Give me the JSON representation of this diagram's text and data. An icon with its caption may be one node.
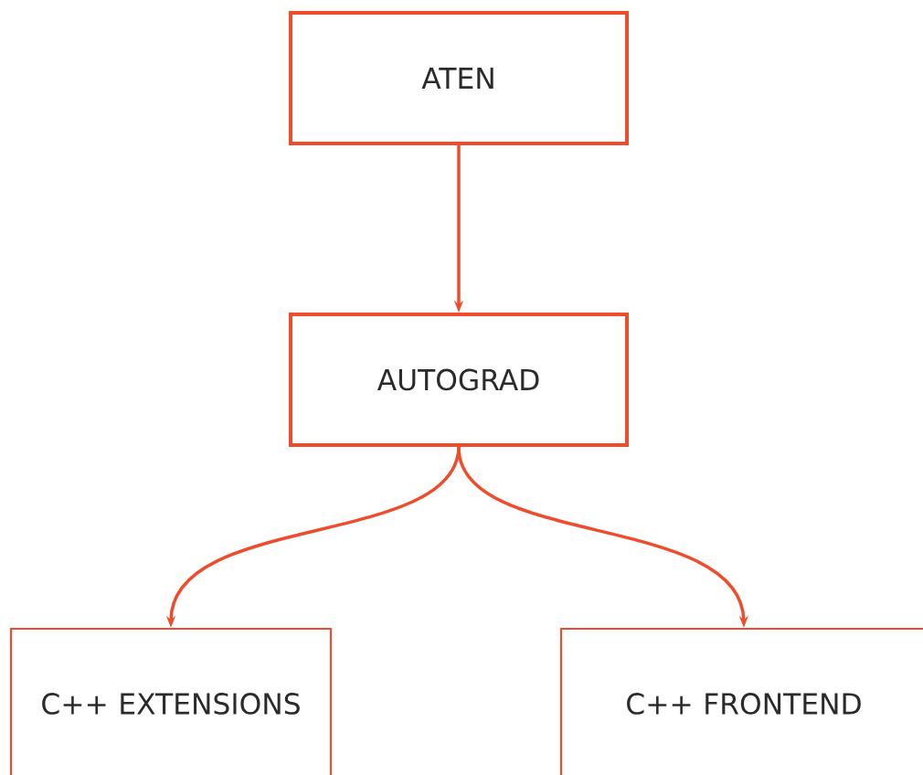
{
  "diagram": {
    "nodes": [
      {
        "text": [
          "ATEN"
        ]
      },
      {
        "text": [
          "AUTOGRAD"
        ]
      },
      {
        "text": [
          "C++ EXTENSIONS"
        ]
      },
      {
        "text": [
          "C++ FRONTEND"
        ]
      }
    ],
    "edges": [
      {
        "from": 0,
        "to": 1,
        "arrow": "to"
      },
      {
        "from": 1,
        "to": 2,
        "arrow": "to"
      },
      {
        "from": 1,
        "to": 3,
        "arrow": "to"
      }
    ]
  }
}
